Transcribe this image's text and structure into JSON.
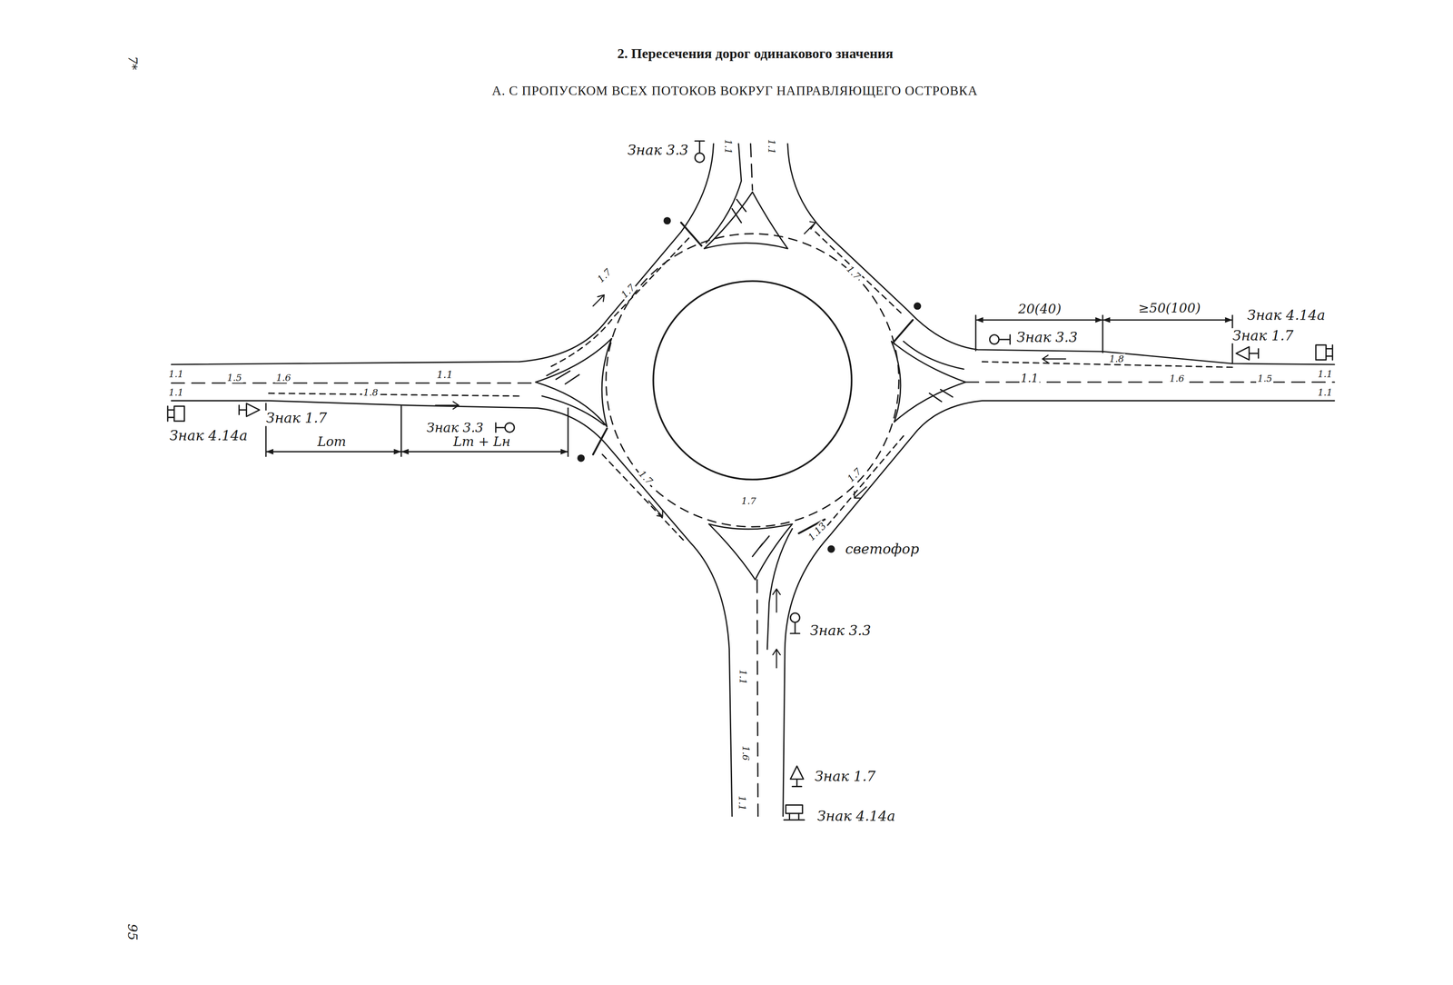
{
  "diagram": {
    "title": "2. Пересечения дорог одинакового значения",
    "labels": [
      "А. С ПРОПУСКОМ ВСЕХ ПОТОКОВ ВОКРУГ НАПРАВЛЯЮЩЕГО ОСТРОВКА",
      "7*",
      "95",
      "Знак 3.3",
      "1.1",
      "1.1",
      "1.7",
      "1.7",
      "1.7",
      "20(40)",
      "≥50(100)",
      "Знак 4.14а",
      "Знак 1.7",
      "Знак 3.3",
      "1.8",
      "1.6",
      "1.5",
      "1.1",
      "1.1",
      "1.1",
      "1.1",
      "1.1",
      "1.5",
      "1.6",
      "1.8",
      "1.1",
      "Знак 1.7",
      "Знак 4.14а",
      "Знак 3.3",
      "Lот",
      "Lт + Lн",
      "1.7",
      "1.7",
      "1.7",
      "1.13",
      "светофор",
      "Знак 3.3",
      "1.1",
      "1.6",
      "1.1",
      "Знак 1.7",
      "Знак 4.14а"
    ]
  }
}
